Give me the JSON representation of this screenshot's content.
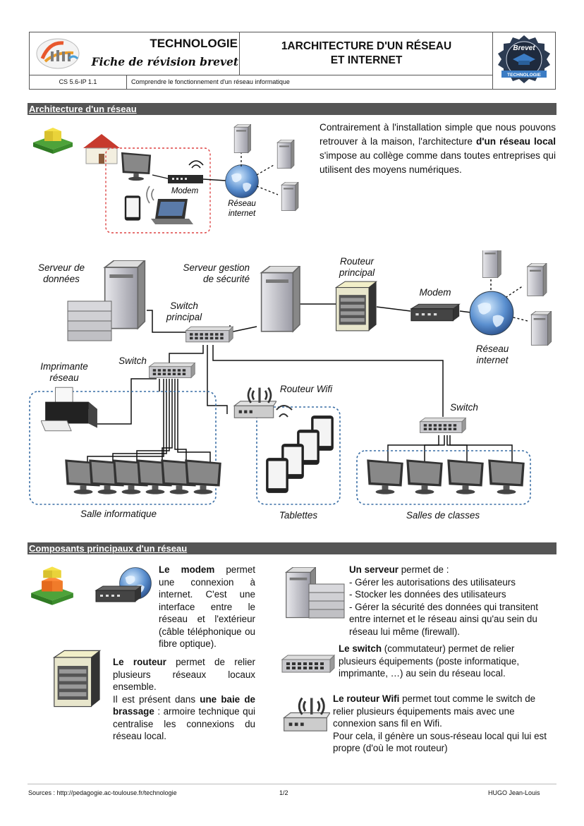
{
  "header": {
    "subject": "TECHNOLOGIE",
    "sheet_type": "Fiche de révision brevet",
    "title_line1": "1ARCHITECTURE D'UN RÉSEAU",
    "title_line2": "ET INTERNET",
    "code": "CS 5.6-IP 1.1",
    "skill": "Comprendre le fonctionnement d'un réseau informatique",
    "badge_top": "Brevet",
    "badge_bottom": "TECHNOLOGIE"
  },
  "section1": {
    "title": "Architecture d'un réseau",
    "intro": {
      "pre": "Contrairement à l'installation simple que nous pouvons retrouver à la maison, l'architecture ",
      "bold": "d'un réseau local",
      "post": " s'impose au collège comme dans toutes entreprises qui utilisent des moyens numériques."
    },
    "home_diagram": {
      "modem": "Modem",
      "internet_l1": "Réseau",
      "internet_l2": "internet"
    },
    "network_diagram": {
      "data_server_l1": "Serveur de",
      "data_server_l2": "données",
      "security_server_l1": "Serveur gestion",
      "security_server_l2": "de sécurité",
      "main_router_l1": "Routeur",
      "main_router_l2": "principal",
      "modem": "Modem",
      "main_switch_l1": "Switch",
      "main_switch_l2": "principal",
      "internet_l1": "Réseau",
      "internet_l2": "internet",
      "printer_l1": "Imprimante",
      "printer_l2": "réseau",
      "switch_left": "Switch",
      "wifi_router": "Routeur Wifi",
      "switch_right": "Switch",
      "computer_room": "Salle informatique",
      "tablets": "Tablettes",
      "classrooms": "Salles de classes"
    }
  },
  "section2": {
    "title": "Composants principaux d'un réseau",
    "modem": {
      "bold": "Le modem",
      "text": " permet une connexion à internet. C'est une interface entre le réseau et l'extérieur (câble téléphonique ou fibre optique)."
    },
    "router": {
      "bold": "Le routeur",
      "text1": " permet de relier plusieurs réseaux locaux ensemble.",
      "text2_pre": "Il est présent dans ",
      "text2_bold": "une baie de brassage",
      "text2_post": " : armoire technique qui centralise les connexions du réseau local."
    },
    "server": {
      "bold": "Un serveur",
      "intro": " permet de :",
      "items": [
        "- Gérer les autorisations des utilisateurs",
        "- Stocker les données des utilisateurs",
        "- Gérer la sécurité des données qui transitent entre internet et le réseau ainsi qu'au sein du réseau lui même (firewall)."
      ]
    },
    "switch": {
      "bold": "Le switch",
      "text": " (commutateur) permet de relier plusieurs équipements (poste informatique, imprimante, …) au sein du réseau local."
    },
    "wifi": {
      "bold": "Le routeur Wifi",
      "text1": " permet tout comme le switch de relier plusieurs équipements mais avec une connexion sans fil en Wifi.",
      "text2": "Pour cela, il génère un sous-réseau local qui lui est propre (d'où le mot routeur)"
    }
  },
  "footer": {
    "sources": "Sources : http://pedagogie.ac-toulouse.fr/technologie",
    "page": "1/2",
    "author": "HUGO Jean-Louis"
  }
}
